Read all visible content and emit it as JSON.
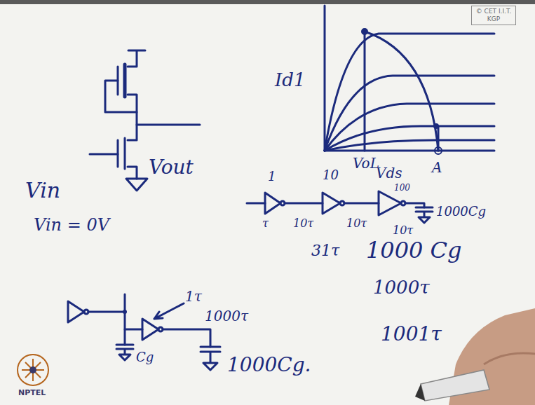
{
  "diagram": {
    "nodes": [
      {
        "text": [
          "© CET I.I.T. KGP"
        ]
      }
    ],
    "labels": [
      "Id1",
      "VoL",
      "A",
      "Vds",
      "Vin",
      "Vout",
      "Vin = 0V",
      "1",
      "10",
      "100",
      "τ",
      "10τ",
      "10τ",
      "10τ",
      "1000Cg",
      "1000 Cg",
      "31τ",
      "1000τ",
      "1001τ",
      "1τ",
      "Cg",
      "1000τ",
      "1000Cg.",
      "NPTEL"
    ]
  }
}
